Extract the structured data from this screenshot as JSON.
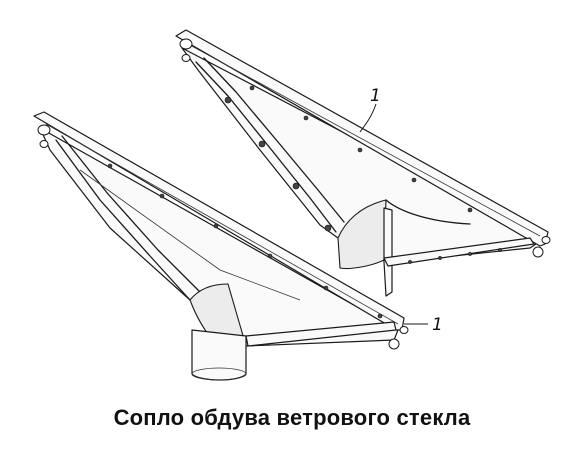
{
  "caption": "Сопло обдува ветрового стекла",
  "callouts": [
    {
      "id": "upper",
      "text": "1"
    },
    {
      "id": "lower",
      "text": "1"
    }
  ]
}
